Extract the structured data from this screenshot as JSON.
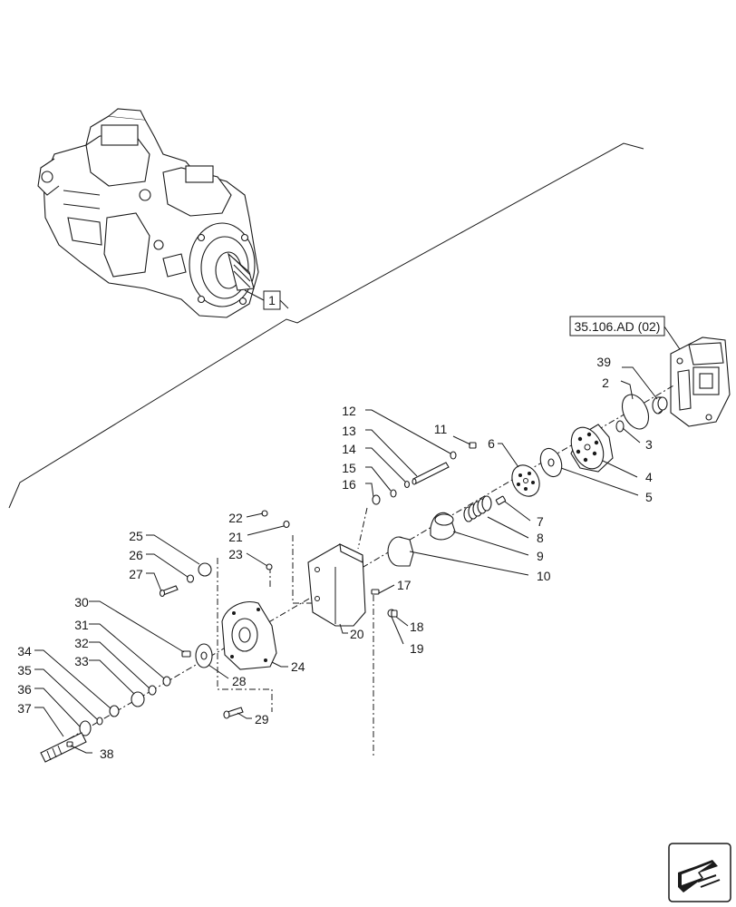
{
  "callouts": [
    "1",
    "2",
    "3",
    "4",
    "5",
    "6",
    "7",
    "8",
    "9",
    "10",
    "11",
    "12",
    "13",
    "14",
    "15",
    "16",
    "17",
    "18",
    "19",
    "20",
    "21",
    "22",
    "23",
    "24",
    "25",
    "26",
    "27",
    "28",
    "29",
    "30",
    "31",
    "32",
    "33",
    "34",
    "35",
    "36",
    "37",
    "38",
    "39"
  ],
  "reference": {
    "label": "35.106.AD (02)"
  },
  "assembly_callout": "1",
  "icons": [
    "hydraulic-pump-assembly-illustration",
    "navigation-arrow-icon"
  ]
}
